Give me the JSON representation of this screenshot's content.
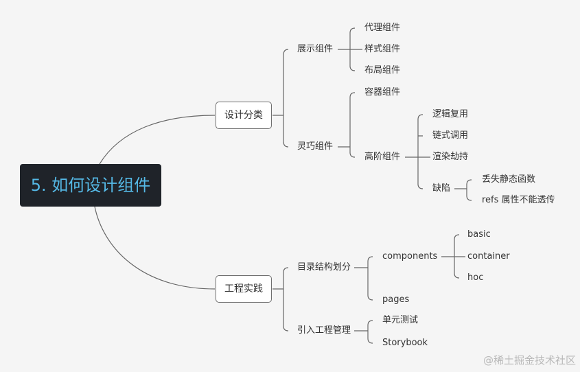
{
  "root": {
    "label": "5. 如何设计组件"
  },
  "branches": [
    {
      "label": "设计分类",
      "children": [
        {
          "label": "展示组件",
          "children": [
            "代理组件",
            "样式组件",
            "布局组件"
          ]
        },
        {
          "label": "灵巧组件",
          "children": [
            {
              "label": "容器组件"
            },
            {
              "label": "高阶组件",
              "children": [
                {
                  "label": "逻辑复用"
                },
                {
                  "label": "链式调用"
                },
                {
                  "label": "渲染劫持"
                },
                {
                  "label": "缺陷",
                  "children": [
                    "丢失静态函数",
                    "refs 属性不能透传"
                  ]
                }
              ]
            }
          ]
        }
      ]
    },
    {
      "label": "工程实践",
      "children": [
        {
          "label": "目录结构划分",
          "children": [
            {
              "label": "components",
              "children": [
                "basic",
                "container",
                "hoc"
              ]
            },
            {
              "label": "pages"
            }
          ]
        },
        {
          "label": "引入工程管理",
          "children": [
            "单元测试",
            "Storybook"
          ]
        }
      ]
    }
  ],
  "watermark": "@稀土掘金技术社区",
  "colors": {
    "background": "#f5f5f5",
    "root_fill": "#1f2329",
    "root_text": "#55b9e6",
    "connector": "#666666",
    "text": "#333333",
    "watermark": "#b8b8b8"
  }
}
